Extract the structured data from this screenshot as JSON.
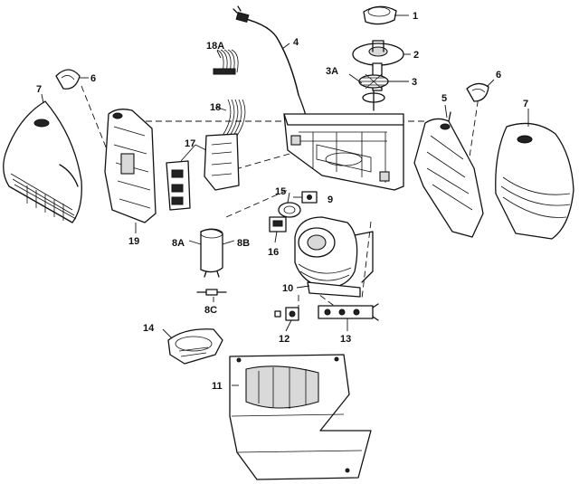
{
  "callouts": {
    "c1": "1",
    "c2": "2",
    "c3": "3",
    "c3a": "3A",
    "c4": "4",
    "c5": "5",
    "c6_left": "6",
    "c6_right": "6",
    "c7_left": "7",
    "c7_right": "7",
    "c8a": "8A",
    "c8b": "8B",
    "c8c": "8C",
    "c9": "9",
    "c10": "10",
    "c11": "11",
    "c12": "12",
    "c13": "13",
    "c14": "14",
    "c15": "15",
    "c16": "16",
    "c17": "17",
    "c18": "18",
    "c18a": "18A",
    "c19": "19"
  }
}
